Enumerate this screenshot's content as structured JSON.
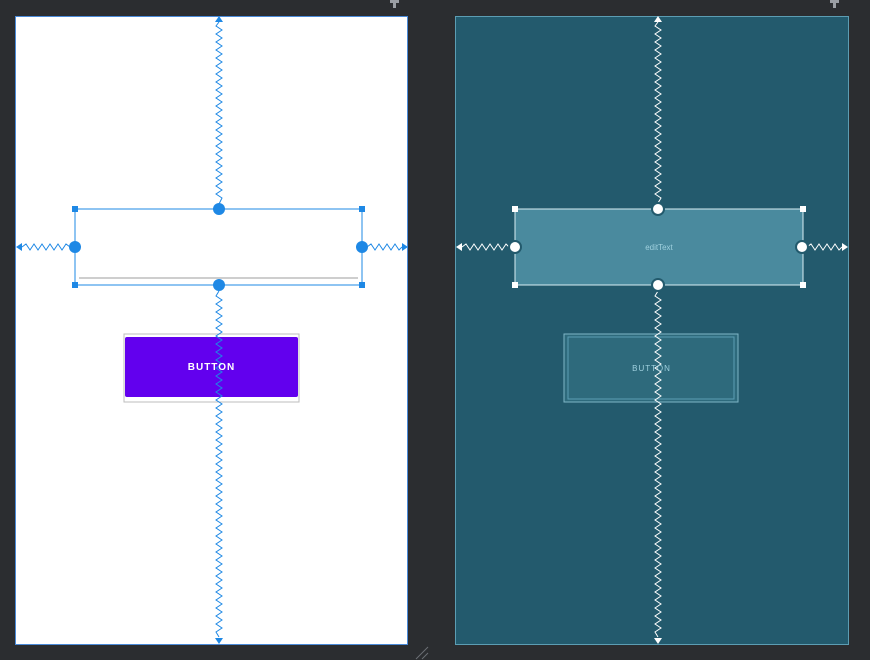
{
  "design_view": {
    "button_label": "BUTTON"
  },
  "blueprint_view": {
    "edittext_label": "editText",
    "button_label": "BUTTON"
  },
  "colors": {
    "background": "#2b2d30",
    "constraint_blue": "#1e88e5",
    "button_purple": "#6200ee",
    "blueprint_bg": "#235a6d",
    "blueprint_widget": "#4a8a9e"
  },
  "icons": {
    "pin_left": "pin-icon",
    "pin_right": "pin-icon"
  }
}
